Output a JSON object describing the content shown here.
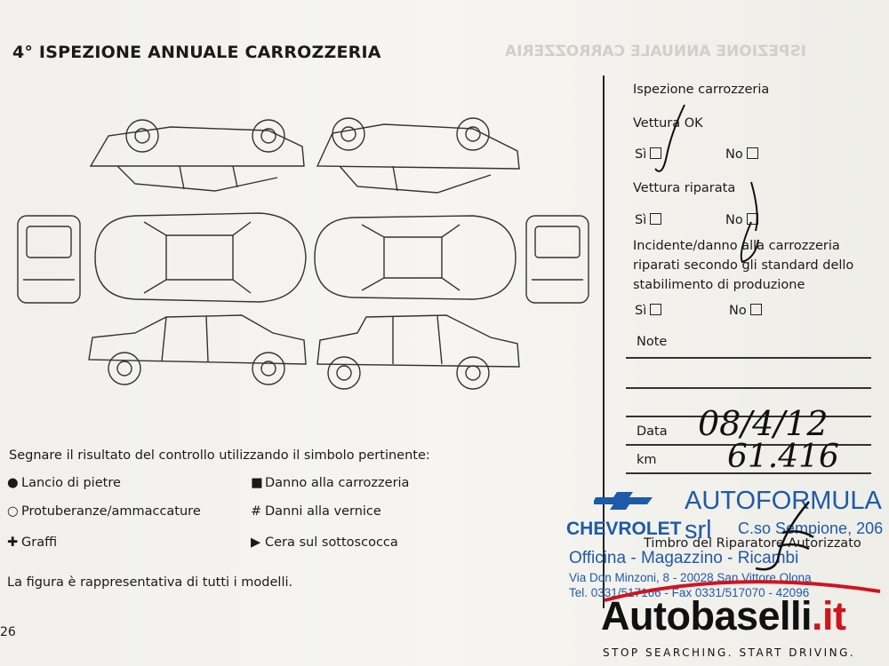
{
  "header": {
    "title": "4° ISPEZIONE ANNUALE CARROZZERIA"
  },
  "form": {
    "section_title": "Ispezione carrozzeria",
    "q1": "Vettura OK",
    "q2": "Vettura riparata",
    "q3_line1": "Incidente/danno alla carrozzeria",
    "q3_line2": "riparati secondo gli standard dello",
    "q3_line3": "stabilimento di produzione",
    "yes": "Sì",
    "no": "No",
    "notes": "Note",
    "date_label": "Data",
    "km_label": "km",
    "stamp_label": "Timbro del Riparatore Autorizzato"
  },
  "handwriting": {
    "date": "08/4/12",
    "km": "61.416"
  },
  "legend": {
    "intro": "Segnare il risultato del controllo utilizzando il simbolo pertinente:",
    "items": [
      {
        "symbol": "●",
        "label": "Lancio di pietre"
      },
      {
        "symbol": "■",
        "label": "Danno alla carrozzeria"
      },
      {
        "symbol": "○",
        "label": "Protuberanze/ammaccature"
      },
      {
        "symbol": "#",
        "label": "Danni alla vernice"
      },
      {
        "symbol": "✚",
        "label": "Graffi"
      },
      {
        "symbol": "▶",
        "label": "Cera sul sottoscocca"
      }
    ],
    "footer": "La figura è rappresentativa di tutti i modelli."
  },
  "stamp": {
    "brand": "CHEVROLET",
    "dealer": "AUTOFORMULA srl",
    "address": "C.so Sempione, 206",
    "services": "Officina - Magazzino - Ricambi",
    "street": "Via Don Minzoni, 8 - 20028 San Vittore Olona",
    "phone": "Tel. 0331/517166 - Fax 0331/517070 - 42096"
  },
  "watermark": {
    "brand": "Autobaselli",
    "tld": ".it",
    "slogan": "STOP SEARCHING. START DRIVING."
  },
  "page_number": "26",
  "colors": {
    "stamp_blue": "#1e5aa8",
    "brand_red": "#d0141e"
  }
}
